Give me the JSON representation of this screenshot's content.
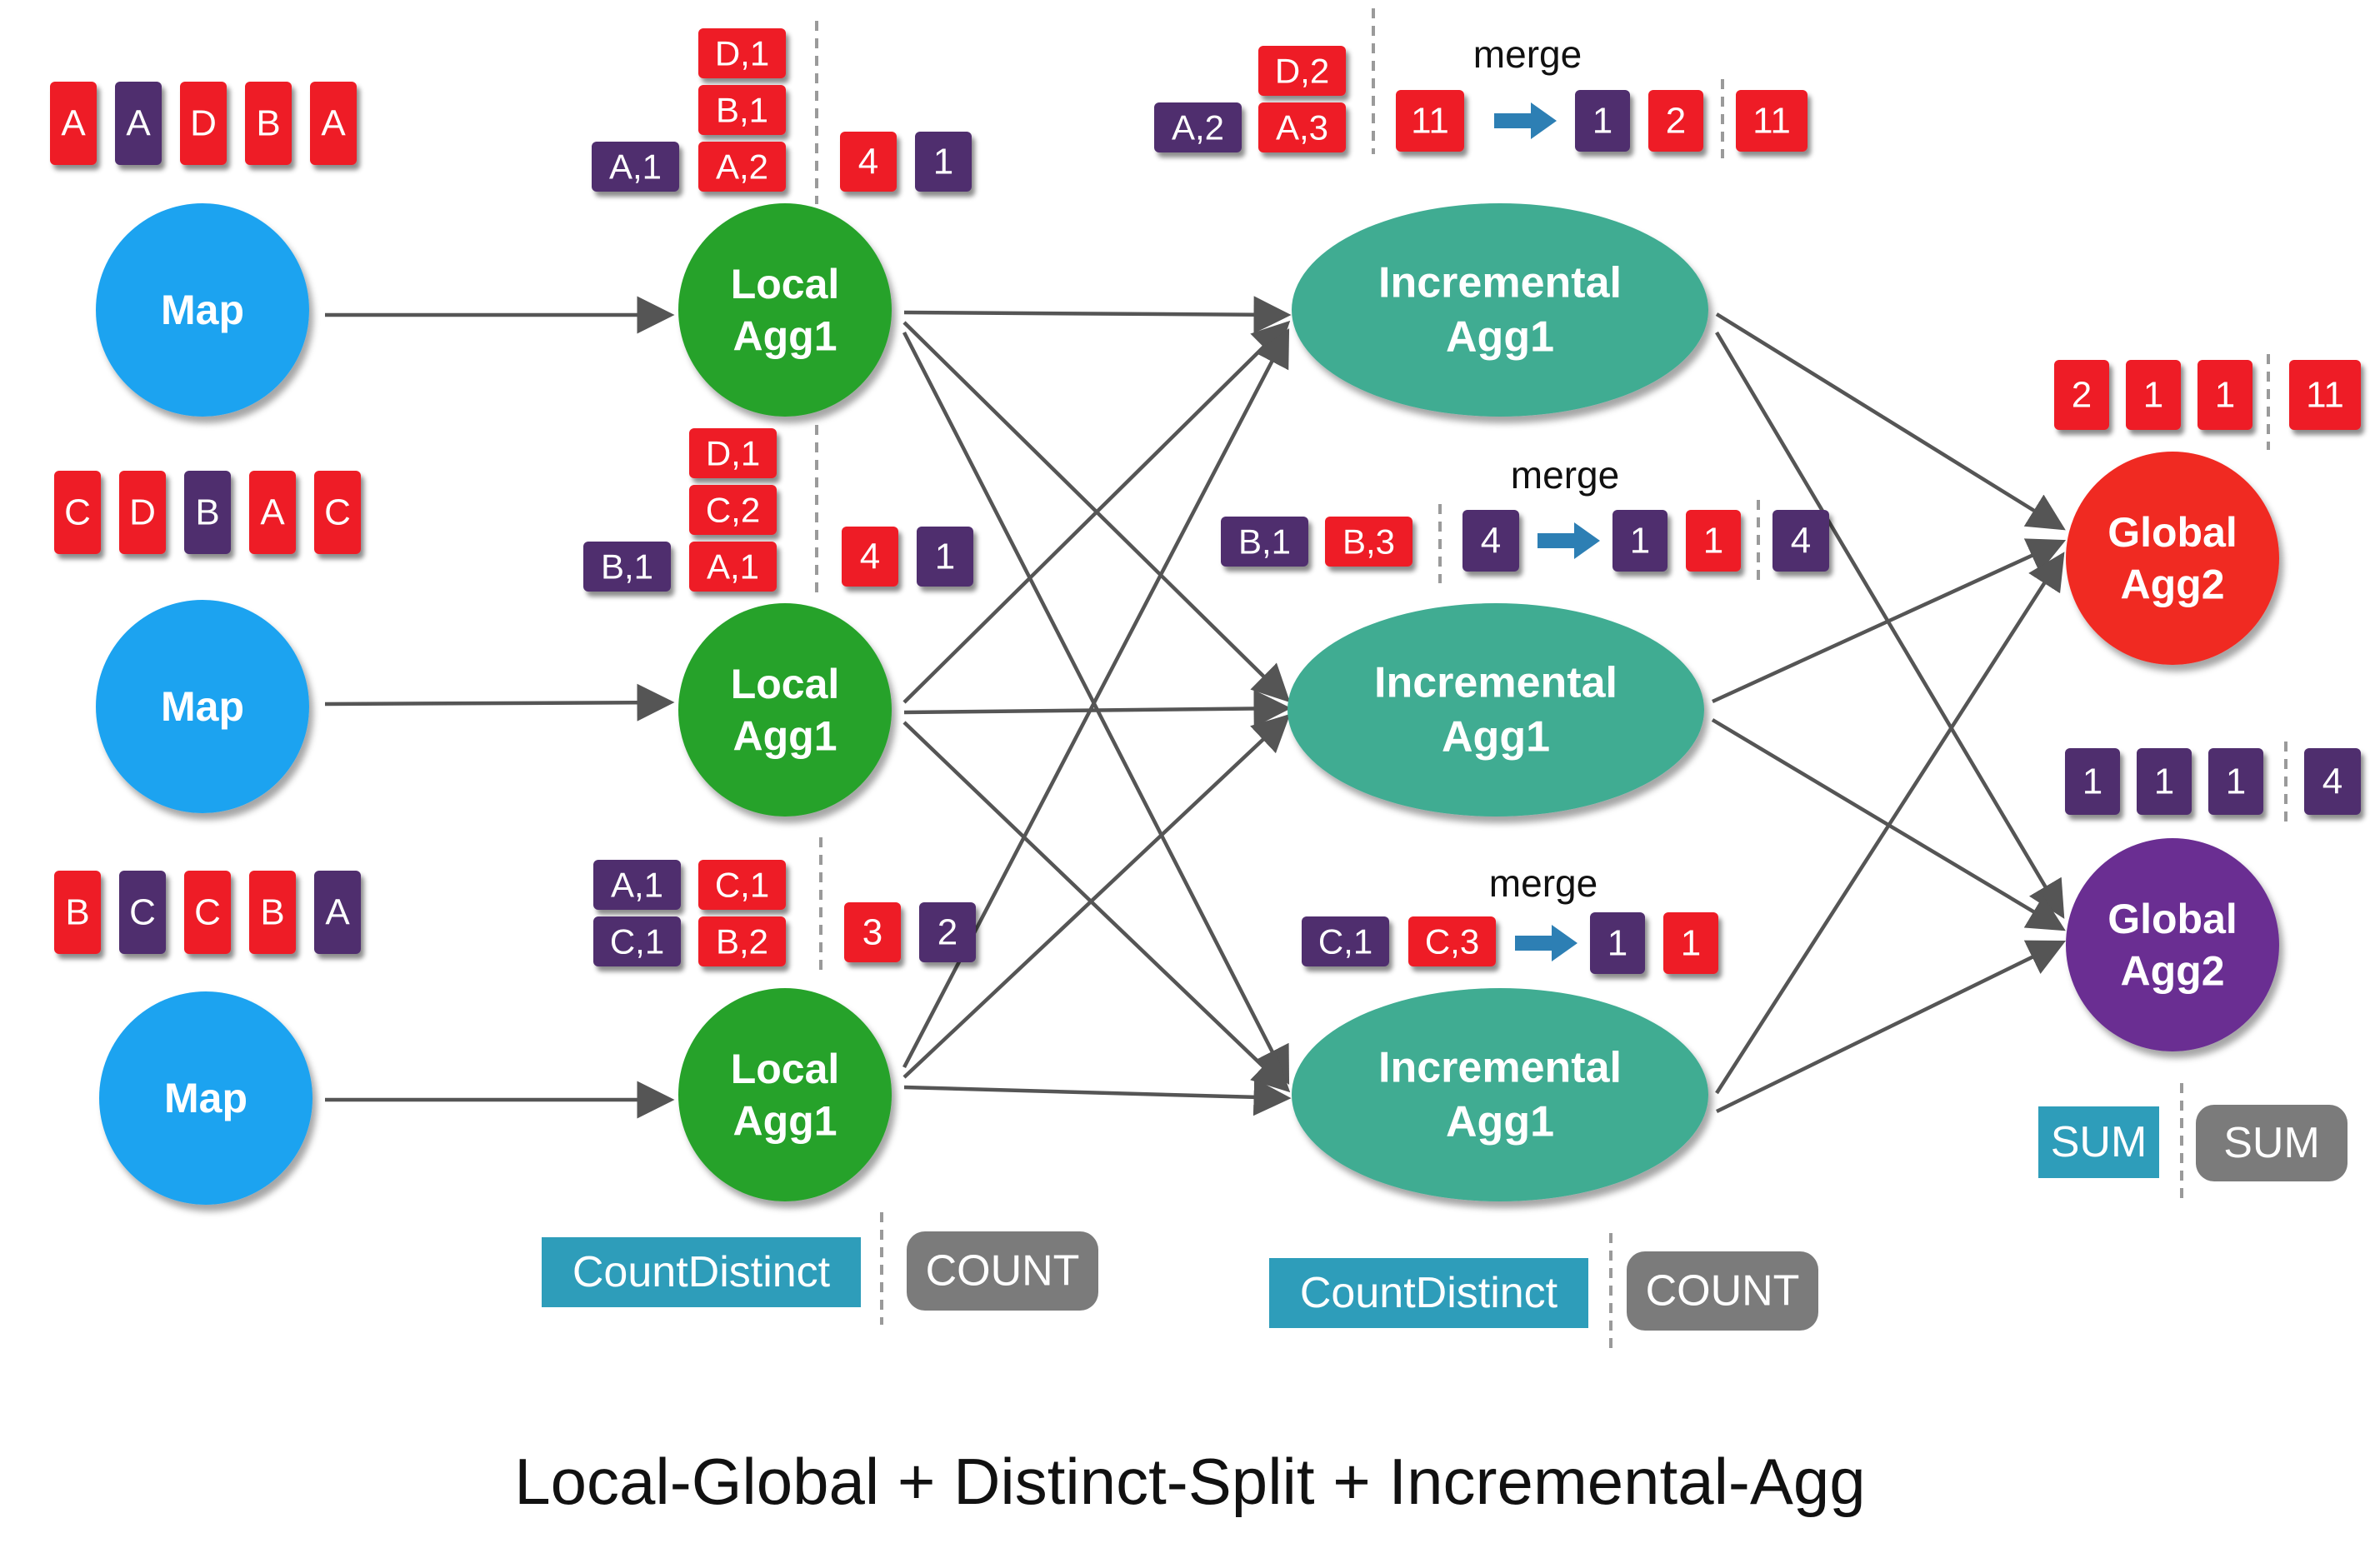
{
  "title": "Local-Global + Distinct-Split + Incremental-Agg",
  "colors": {
    "red": "#ee1c25",
    "purple": "#4f2d6e",
    "map_blue": "#1fa3f0",
    "local_green": "#27a22b",
    "incremental_teal": "#3fac92",
    "global_red": "#f02a21",
    "global_purple": "#6b2f92",
    "label_teal": "#2e9dba",
    "label_gray": "#7b7b7b",
    "edge": "#555555",
    "merge_arrow": "#2d7fb4"
  },
  "nodes": {
    "map_1": "Map",
    "map_2": "Map",
    "map_3": "Map",
    "local_1": [
      "Local",
      "Agg1"
    ],
    "local_2": [
      "Local",
      "Agg1"
    ],
    "local_3": [
      "Local",
      "Agg1"
    ],
    "incremental_1": [
      "Incremental",
      "Agg1"
    ],
    "incremental_2": [
      "Incremental",
      "Agg1"
    ],
    "incremental_3": [
      "Incremental",
      "Agg1"
    ],
    "global_1": [
      "Global",
      "Agg2"
    ],
    "global_2": [
      "Global",
      "Agg2"
    ]
  },
  "inputs": {
    "row_1": [
      {
        "text": "A",
        "color": "red"
      },
      {
        "text": "A",
        "color": "purple"
      },
      {
        "text": "D",
        "color": "red"
      },
      {
        "text": "B",
        "color": "red"
      },
      {
        "text": "A",
        "color": "red"
      }
    ],
    "row_2": [
      {
        "text": "C",
        "color": "red"
      },
      {
        "text": "D",
        "color": "red"
      },
      {
        "text": "B",
        "color": "purple"
      },
      {
        "text": "A",
        "color": "red"
      },
      {
        "text": "C",
        "color": "red"
      }
    ],
    "row_3": [
      {
        "text": "B",
        "color": "red"
      },
      {
        "text": "C",
        "color": "purple"
      },
      {
        "text": "C",
        "color": "red"
      },
      {
        "text": "B",
        "color": "red"
      },
      {
        "text": "A",
        "color": "purple"
      }
    ]
  },
  "local_outputs": {
    "local_1": {
      "pairs_left": [
        {
          "text": "A,1",
          "color": "purple"
        }
      ],
      "pairs_right": [
        {
          "text": "D,1",
          "color": "red"
        },
        {
          "text": "B,1",
          "color": "red"
        },
        {
          "text": "A,2",
          "color": "red"
        }
      ],
      "results": [
        {
          "text": "4",
          "color": "red"
        },
        {
          "text": "1",
          "color": "purple"
        }
      ]
    },
    "local_2": {
      "pairs_left": [
        {
          "text": "B,1",
          "color": "purple"
        }
      ],
      "pairs_right": [
        {
          "text": "D,1",
          "color": "red"
        },
        {
          "text": "C,2",
          "color": "red"
        },
        {
          "text": "A,1",
          "color": "red"
        }
      ],
      "results": [
        {
          "text": "4",
          "color": "red"
        },
        {
          "text": "1",
          "color": "purple"
        }
      ]
    },
    "local_3": {
      "pairs_left": [
        {
          "text": "A,1",
          "color": "purple"
        },
        {
          "text": "C,1",
          "color": "purple"
        }
      ],
      "pairs_right": [
        {
          "text": "C,1",
          "color": "red"
        },
        {
          "text": "B,2",
          "color": "red"
        }
      ],
      "results": [
        {
          "text": "3",
          "color": "red"
        },
        {
          "text": "2",
          "color": "purple"
        }
      ]
    }
  },
  "incremental_outputs": {
    "incremental_1": {
      "merge_label": "merge",
      "pairs_left": [
        {
          "text": "A,2",
          "color": "purple"
        }
      ],
      "pairs_right": [
        {
          "text": "D,2",
          "color": "red"
        },
        {
          "text": "A,3",
          "color": "red"
        }
      ],
      "merge_input": {
        "text": "11",
        "color": "red"
      },
      "merge_outputs": [
        {
          "text": "1",
          "color": "purple"
        },
        {
          "text": "2",
          "color": "red"
        }
      ],
      "extra": {
        "text": "11",
        "color": "red"
      }
    },
    "incremental_2": {
      "merge_label": "merge",
      "pairs_left": [
        {
          "text": "B,1",
          "color": "purple"
        }
      ],
      "pairs_right": [
        {
          "text": "B,3",
          "color": "red"
        }
      ],
      "merge_input": {
        "text": "4",
        "color": "purple"
      },
      "merge_outputs": [
        {
          "text": "1",
          "color": "purple"
        },
        {
          "text": "1",
          "color": "red"
        }
      ],
      "extra": {
        "text": "4",
        "color": "purple"
      }
    },
    "incremental_3": {
      "merge_label": "merge",
      "pairs_left": [
        {
          "text": "C,1",
          "color": "purple"
        }
      ],
      "pairs_right": [
        {
          "text": "C,3",
          "color": "red"
        }
      ],
      "merge_outputs": [
        {
          "text": "1",
          "color": "purple"
        },
        {
          "text": "1",
          "color": "red"
        }
      ]
    }
  },
  "global_outputs": {
    "global_1": {
      "values": [
        {
          "text": "2",
          "color": "red"
        },
        {
          "text": "1",
          "color": "red"
        },
        {
          "text": "1",
          "color": "red"
        }
      ],
      "extra": {
        "text": "11",
        "color": "red"
      }
    },
    "global_2": {
      "values": [
        {
          "text": "1",
          "color": "purple"
        },
        {
          "text": "1",
          "color": "purple"
        },
        {
          "text": "1",
          "color": "purple"
        }
      ],
      "extra": {
        "text": "4",
        "color": "purple"
      }
    }
  },
  "function_labels": {
    "local": {
      "distinct": "CountDistinct",
      "count": "COUNT"
    },
    "incremental": {
      "distinct": "CountDistinct",
      "count": "COUNT"
    },
    "global": {
      "sum_1": "SUM",
      "sum_2": "SUM"
    }
  }
}
